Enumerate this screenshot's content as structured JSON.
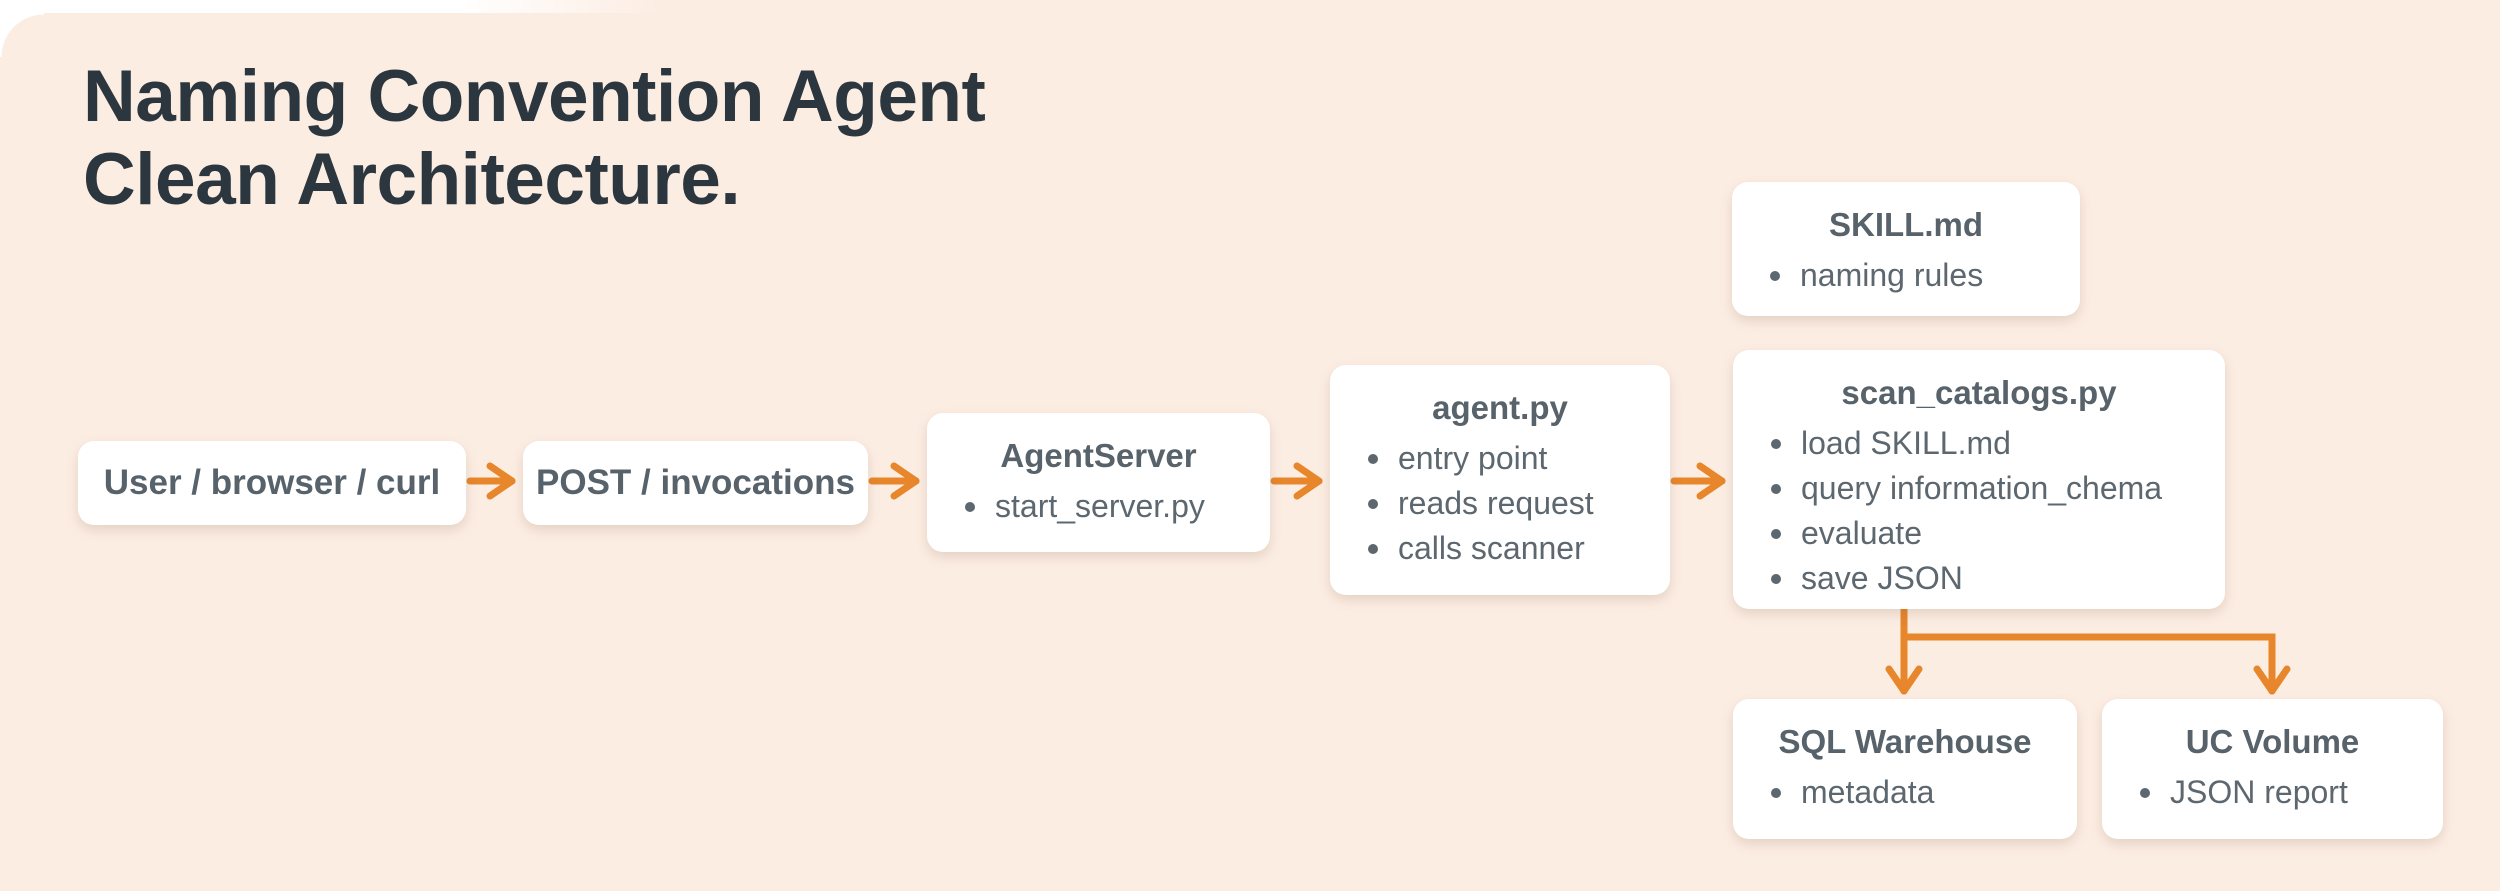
{
  "diagram": {
    "title_line1": "Naming Convention Agent",
    "title_line2": "Clean Architecture.",
    "nodes": [
      {
        "id": "user",
        "title": "User / browser / curl",
        "bullets": []
      },
      {
        "id": "post",
        "title": "POST / invocations",
        "bullets": []
      },
      {
        "id": "agentserver",
        "title": "AgentServer",
        "bullets": [
          "start_server.py"
        ]
      },
      {
        "id": "agentpy",
        "title": "agent.py",
        "bullets": [
          "entry point",
          "reads request",
          "calls scanner"
        ]
      },
      {
        "id": "scan",
        "title": "scan_catalogs.py",
        "bullets": [
          "load SKILL.md",
          "query information_chema",
          "evaluate",
          "save JSON"
        ]
      },
      {
        "id": "skill",
        "title": "SKILL.md",
        "bullets": [
          "naming rules"
        ]
      },
      {
        "id": "sql",
        "title": "SQL Warehouse",
        "bullets": [
          "metadata"
        ]
      },
      {
        "id": "uc",
        "title": "UC Volume",
        "bullets": [
          "JSON report"
        ]
      }
    ],
    "edges": [
      {
        "from": "User / browser / curl",
        "to": "POST / invocations"
      },
      {
        "from": "POST / invocations",
        "to": "AgentServer"
      },
      {
        "from": "AgentServer",
        "to": "agent.py"
      },
      {
        "from": "agent.py",
        "to": "scan_catalogs.py"
      },
      {
        "from": "scan_catalogs.py",
        "to": "SQL Warehouse"
      },
      {
        "from": "scan_catalogs.py",
        "to": "UC Volume"
      }
    ],
    "colors": {
      "background": "#fcede3",
      "outer_background": "#ffffff",
      "arrow_orange": "#e7862b",
      "heading_text": "#2c363e",
      "node_title_text": "#57626a",
      "node_bullet_text": "#5c676f",
      "node_background": "#ffffff"
    }
  }
}
